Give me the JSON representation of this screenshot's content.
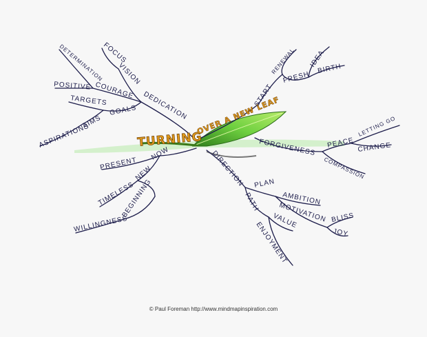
{
  "title": {
    "part1": "TURNING",
    "part2": "OVER A NEW LEAF"
  },
  "branches": {
    "dedication": "DEDICATION",
    "vision": "VISION",
    "focus": "FOCUS",
    "courage": "COURAGE",
    "determination": "DETERMINATION",
    "positive": "POSITIVE",
    "goals": "GOALS",
    "targets": "TARGETS",
    "aims": "AIMS",
    "aspirations": "ASPIRATIONS",
    "start": "START",
    "renewal": "RENEWAL",
    "fresh": "FRESH",
    "idea": "IDEA",
    "birth": "BIRTH",
    "forgiveness": "FORGIVENESS",
    "peace": "PEACE",
    "letting_go": "LETTING GO",
    "change": "CHANGE",
    "compassion": "COMPASSION",
    "now": "NOW",
    "present": "PRESENT",
    "new": "NEW",
    "timeless": "TIMELESS",
    "beginning": "BEGINNING",
    "willingness": "WILLINGNESS",
    "direction": "DIRECTION",
    "plan": "PLAN",
    "ambition": "AMBITION",
    "motivation": "MOTIVATION",
    "bliss": "BLISS",
    "joy": "JOY",
    "path": "PATH",
    "value": "VALUE",
    "enjoyment": "ENJOYMENT"
  },
  "credit": "© Paul Foreman http://www.mindmapinspiration.com",
  "colors": {
    "ink": "#1c1c4a",
    "title": "#e09a1d",
    "leaf": "#5fc23a",
    "leaf_dark": "#2f7d1c"
  }
}
